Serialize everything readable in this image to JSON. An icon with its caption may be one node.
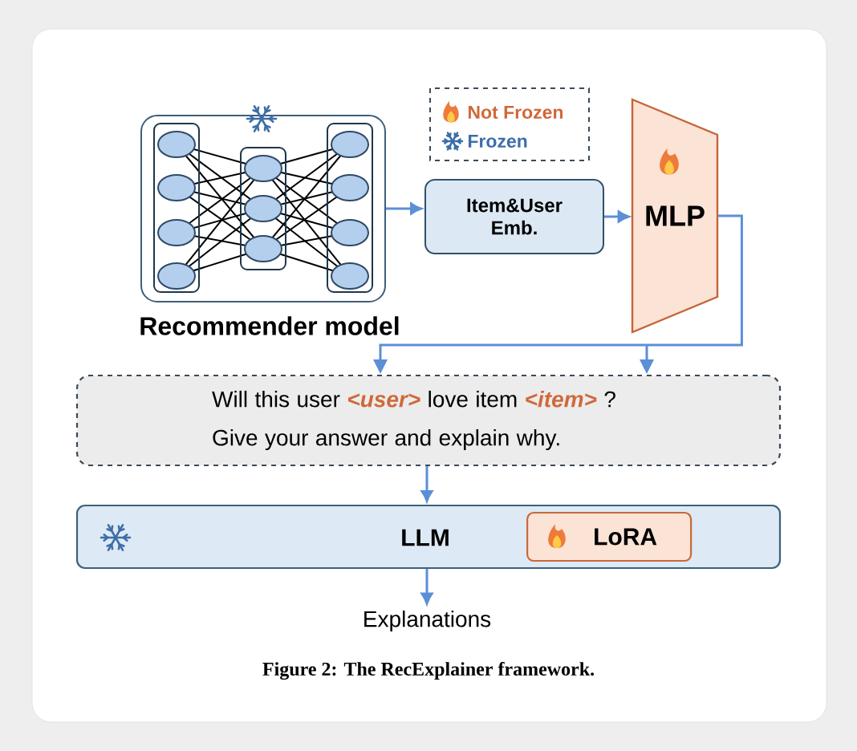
{
  "diagram": {
    "caption": "Figure 2: The RecExplainer framework.",
    "nodes": [
      {
        "text": [
          "Recommender model"
        ]
      },
      {
        "text": [
          "Item&User Emb."
        ]
      },
      {
        "text": [
          "MLP"
        ]
      },
      {
        "text": [
          "Will this user **<user>** love item **<item>** ? Give your answer and explain why."
        ]
      },
      {
        "text": [
          "LLM"
        ]
      },
      {
        "text": [
          "LoRA"
        ],
        "in": 4
      },
      {
        "text": [
          "Explanations"
        ]
      }
    ],
    "edges": [
      {
        "from": 0,
        "to": 1,
        "arrow": "to"
      },
      {
        "from": 1,
        "to": 2,
        "arrow": "to"
      },
      {
        "from": 2,
        "to": 3,
        "arrow": "to"
      },
      {
        "from": 3,
        "to": 4,
        "arrow": "to"
      },
      {
        "from": 4,
        "to": 6,
        "arrow": "to"
      }
    ],
    "legend": [
      {
        "text": "Not Frozen"
      },
      {
        "text": "Frozen"
      }
    ]
  }
}
